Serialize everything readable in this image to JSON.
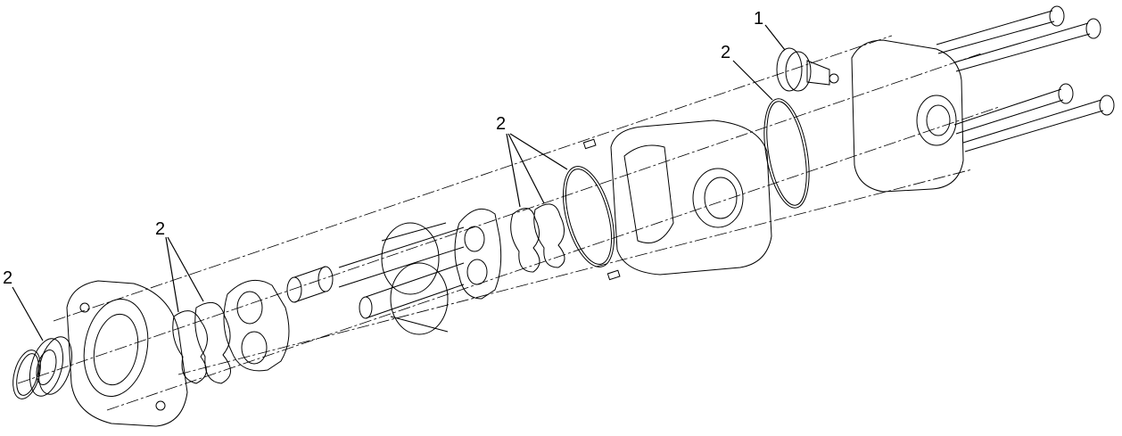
{
  "diagram": {
    "callouts": [
      {
        "id": "valve",
        "label": "1"
      },
      {
        "id": "rear-o-ring",
        "label": "2"
      },
      {
        "id": "middle-seals",
        "label": "2"
      },
      {
        "id": "front-seals",
        "label": "2"
      },
      {
        "id": "shaft-seal",
        "label": "2"
      }
    ]
  }
}
